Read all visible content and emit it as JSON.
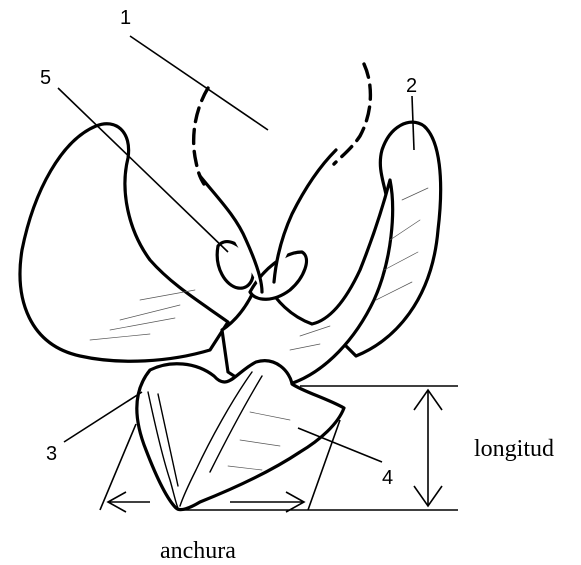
{
  "callouts": [
    "1",
    "2",
    "3",
    "4",
    "5"
  ],
  "dimension_labels": {
    "length": "longitud",
    "width": "anchura"
  }
}
